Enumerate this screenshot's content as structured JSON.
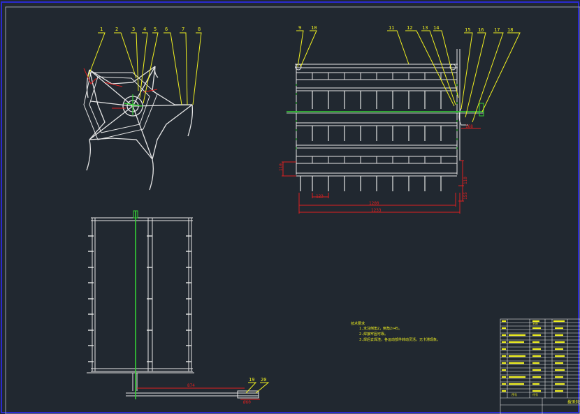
{
  "colors": {
    "background": "#212830",
    "outline": "#e6e6e6",
    "leader": "#f0f020",
    "dimension": "#e02020",
    "shaft": "#35d035",
    "border_blue": "#2a2ad0"
  },
  "callouts": [
    "1",
    "2",
    "3",
    "4",
    "5",
    "6",
    "7",
    "8",
    "9",
    "10",
    "11",
    "12",
    "13",
    "14",
    "15",
    "16",
    "17",
    "18",
    "19",
    "20"
  ],
  "dimensions": {
    "d_small_left": "110",
    "d_pitch": "123",
    "d_width_inner": "1200",
    "d_width_outer": "1233",
    "d_shaft": "168",
    "d_right_a": "110",
    "d_right_b": "155",
    "d_length": "874",
    "d_end": "Ø60"
  },
  "notes": {
    "heading": "技术要求",
    "line1": "1.未注倒角2，倒角2×45。",
    "line2": "2.焊接牢固可靠。",
    "line3": "3.焊后去焊渣，各运动部件转动灵活，无卡滞现象。"
  },
  "title_block": {
    "header_mid": "名称",
    "footer_left": "序号",
    "footer_mid": "代号",
    "title": "拨禾轮"
  }
}
